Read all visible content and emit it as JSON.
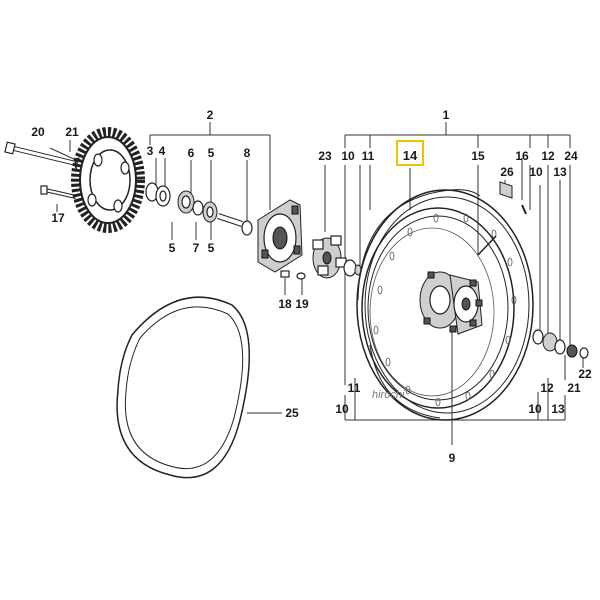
{
  "labels": {
    "p1": "1",
    "p2": "2",
    "p3": "3",
    "p4": "4",
    "p5a": "5",
    "p5b": "5",
    "p5c": "5",
    "p6": "6",
    "p7": "7",
    "p8": "8",
    "p9": "9",
    "p10a": "10",
    "p10b": "10",
    "p10c": "10",
    "p10d": "10",
    "p11a": "11",
    "p11b": "11",
    "p12a": "12",
    "p12b": "12",
    "p13a": "13",
    "p13b": "13",
    "p14": "14",
    "p15": "15",
    "p16": "16",
    "p17": "17",
    "p18": "18",
    "p19": "19",
    "p20": "20",
    "p21a": "21",
    "p21b": "21",
    "p22": "22",
    "p23": "23",
    "p24": "24",
    "p25": "25",
    "p26": "26"
  },
  "watermark": "hirochi",
  "colors": {
    "highlight_box": "#f2c200",
    "line": "#333333"
  }
}
